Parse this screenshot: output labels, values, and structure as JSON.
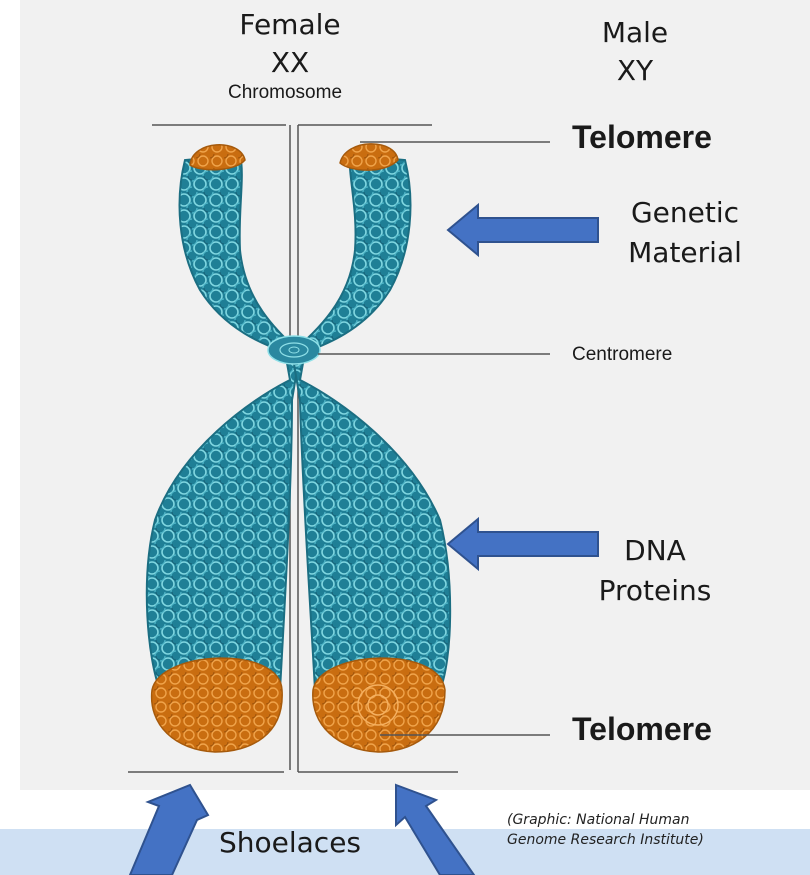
{
  "labels": {
    "female": "Female\nXX",
    "male": "Male\nXY",
    "chromosome": "Chromosome",
    "telomere_top": "Telomere",
    "genetic_material": "Genetic\nMaterial",
    "centromere": "Centromere",
    "dna_proteins": "DNA\nProteins",
    "telomere_bottom": "Telomere",
    "shoelaces": "Shoelaces",
    "credit": "(Graphic: National Human\nGenome  Research Institute)"
  },
  "colors": {
    "chromatin": "#2f8fa6",
    "chromatin_light": "#6fd0dc",
    "telomere": "#cf7413",
    "arrow": "#4472c4",
    "arrow_stroke": "#2f528f"
  }
}
